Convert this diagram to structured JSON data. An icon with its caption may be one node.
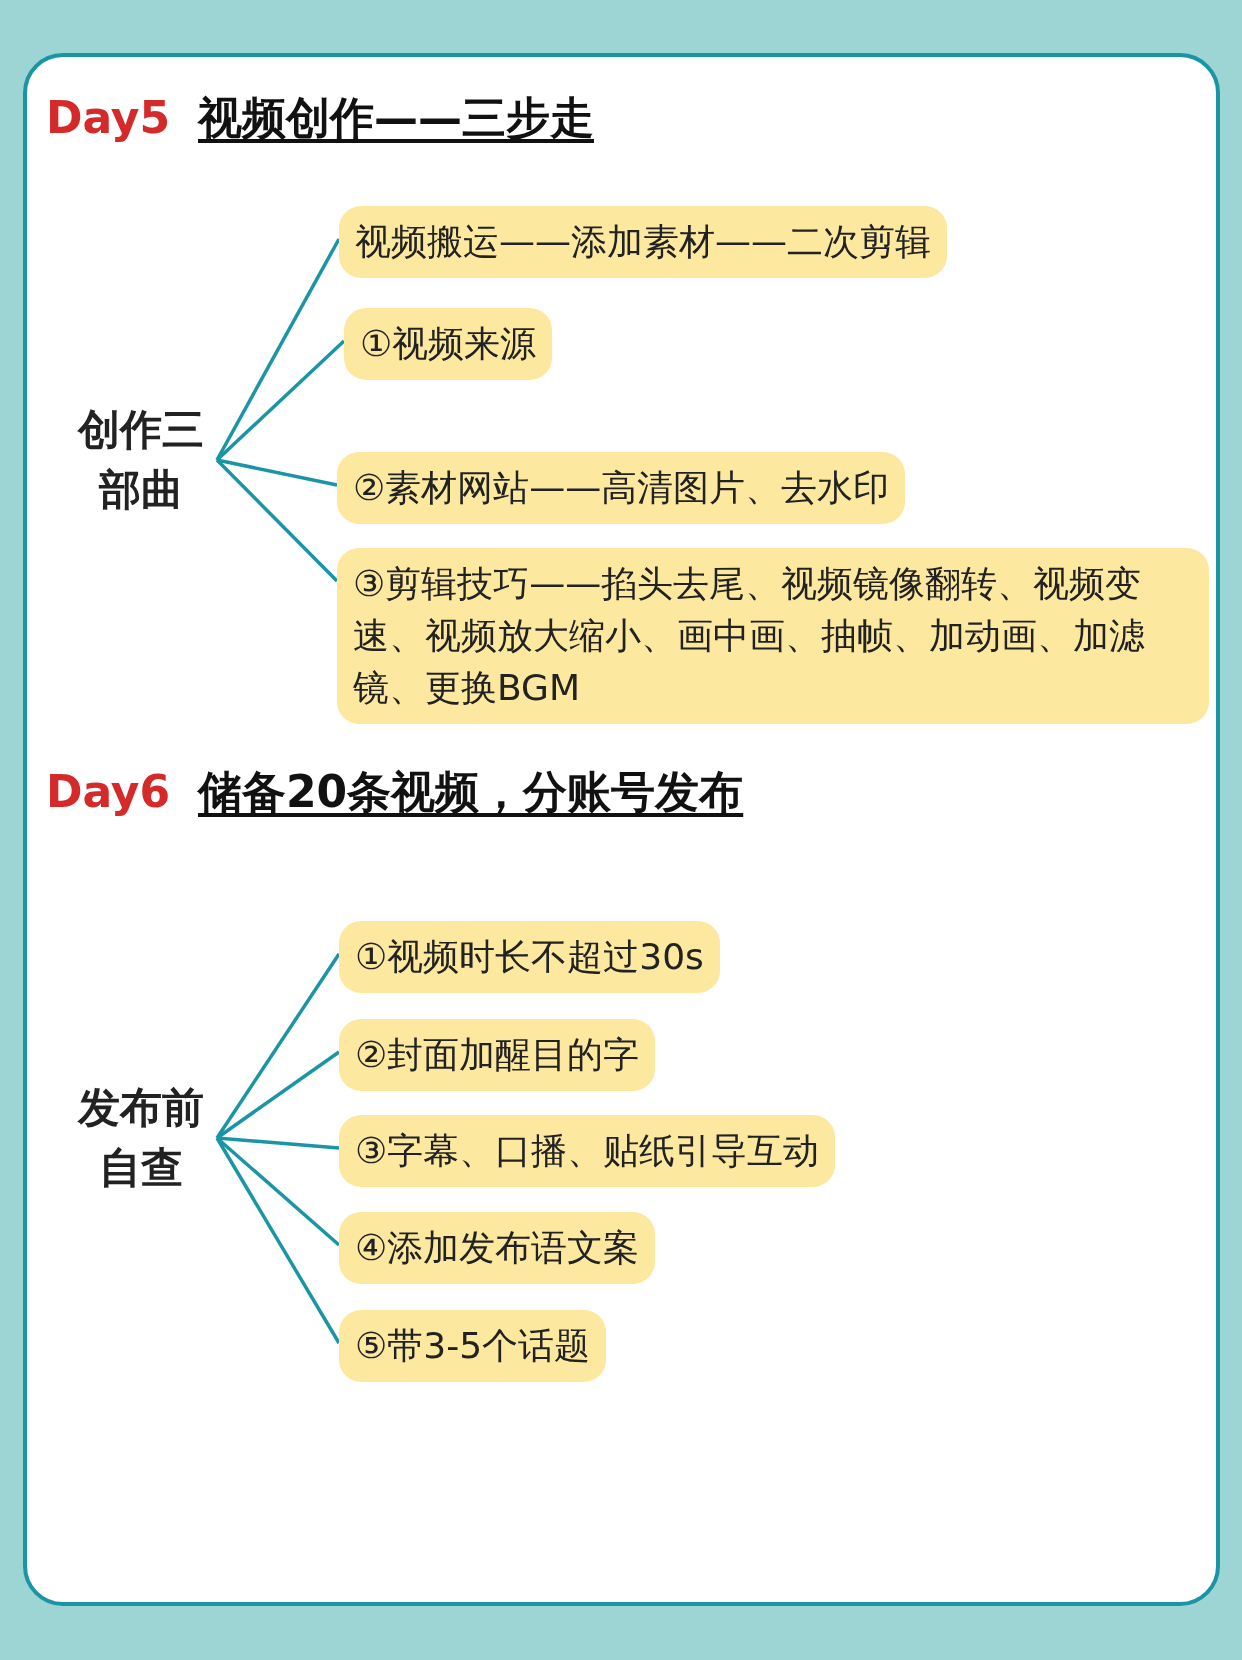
{
  "diagram": {
    "nodes": [
      {
        "text": [
          "创作三部曲"
        ]
      },
      {
        "text": [
          "视频搬运——添加素材——二次剪辑"
        ]
      },
      {
        "text": [
          "①视频来源"
        ]
      },
      {
        "text": [
          "②素材网站——高清图片、去水印"
        ]
      },
      {
        "text": [
          "③剪辑技巧——掐头去尾、视频镜像翻转、视频变速、视频放大缩小、画中画、抽帧、加动画、加滤镜、更换BGM"
        ]
      },
      {
        "text": [
          "发布前自查"
        ]
      },
      {
        "text": [
          "①视频时长不超过30s"
        ]
      },
      {
        "text": [
          "②封面加醒目的字"
        ]
      },
      {
        "text": [
          "③字幕、口播、贴纸引导互动"
        ]
      },
      {
        "text": [
          "④添加发布语文案"
        ]
      },
      {
        "text": [
          "⑤带3-5个话题"
        ]
      }
    ],
    "edges": [
      {
        "from": 0,
        "to": 1,
        "arrow": "none"
      },
      {
        "from": 0,
        "to": 2,
        "arrow": "none"
      },
      {
        "from": 0,
        "to": 3,
        "arrow": "none"
      },
      {
        "from": 0,
        "to": 4,
        "arrow": "none"
      },
      {
        "from": 5,
        "to": 6,
        "arrow": "none"
      },
      {
        "from": 5,
        "to": 7,
        "arrow": "none"
      },
      {
        "from": 5,
        "to": 8,
        "arrow": "none"
      },
      {
        "from": 5,
        "to": 9,
        "arrow": "none"
      },
      {
        "from": 5,
        "to": 10,
        "arrow": "none"
      }
    ],
    "labels": [
      "Day5",
      "视频创作——三步走",
      "Day6",
      "储备20条视频，分账号发布"
    ]
  }
}
